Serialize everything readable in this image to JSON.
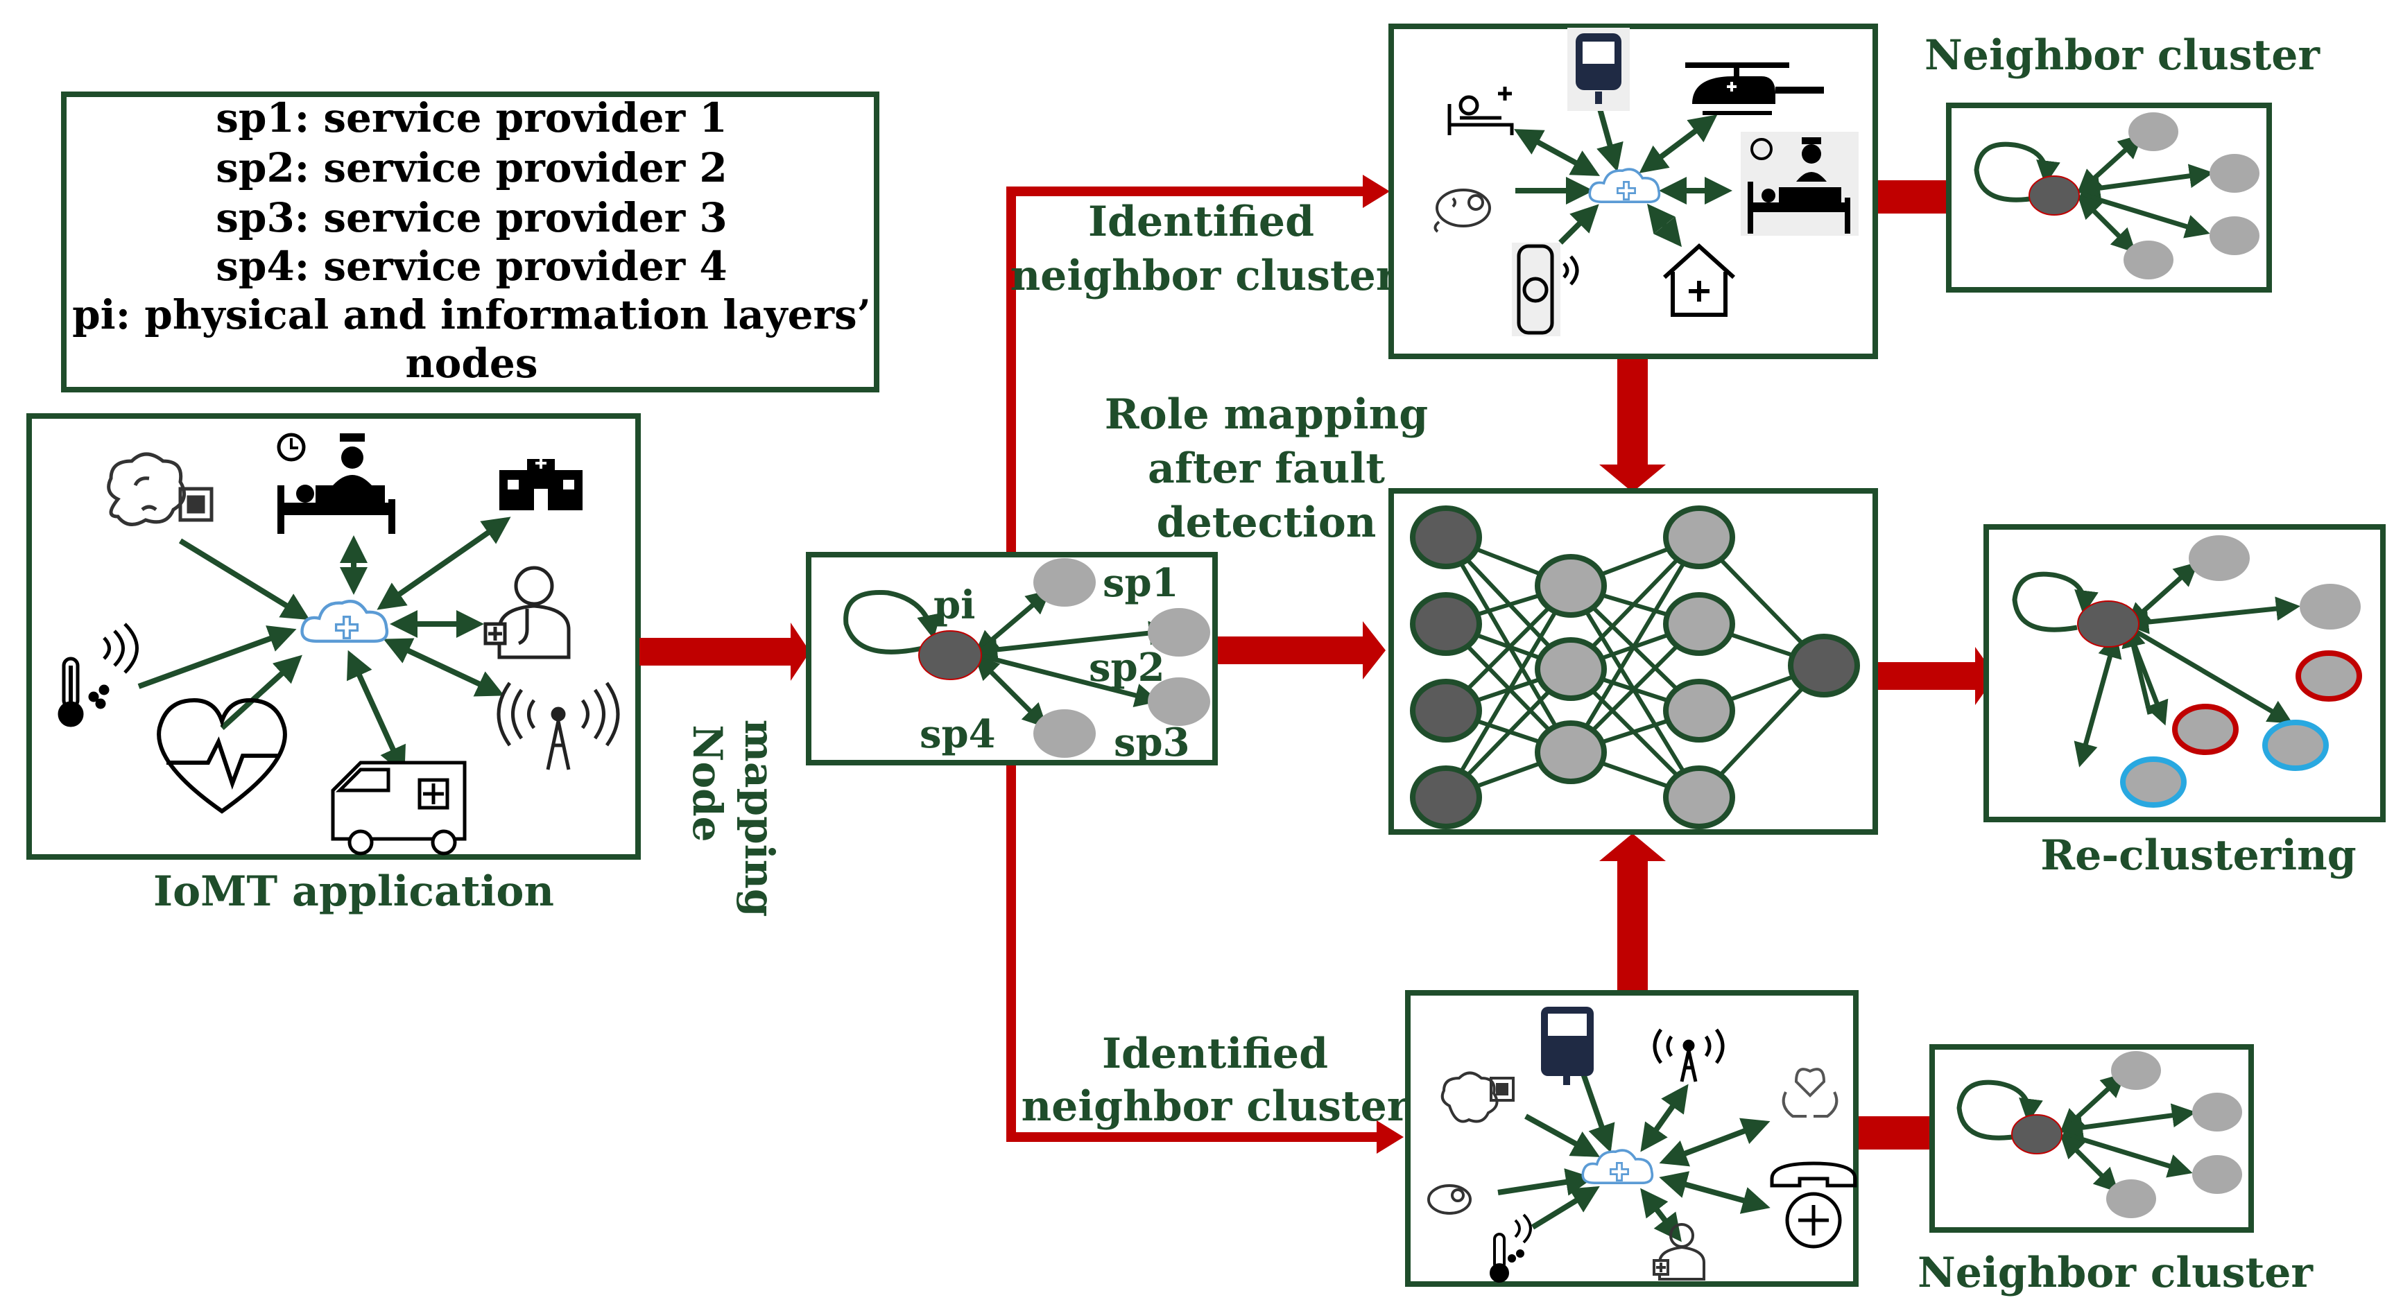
{
  "colors": {
    "box_border": "#1f4d2b",
    "arrow_green": "#1f4d2b",
    "flow_red": "#c00000",
    "text_green": "#1f4d2b",
    "node_light": "#a9a9a9",
    "node_dark": "#5b5b5b",
    "node_red_ring": "#c00000",
    "node_blue_ring": "#29a8e0",
    "cloud_blue": "#5b9bd5"
  },
  "legend": {
    "lines": [
      "sp1: service provider 1",
      "sp2: service provider 2",
      "sp3: service provider 3",
      "sp4: service provider 4",
      "pi: physical and information layers’",
      "nodes"
    ]
  },
  "labels": {
    "iomt_application": "IoMT application",
    "node_mapping_1": "Node",
    "node_mapping_2": "mapping",
    "identified_top_1": "Identified",
    "identified_top_2": "neighbor cluster",
    "identified_bottom_1": "Identified",
    "identified_bottom_2": "neighbor cluster",
    "role_mapping_1": "Role mapping",
    "role_mapping_2": "after fault",
    "role_mapping_3": "detection",
    "neighbor_cluster_top": "Neighbor cluster",
    "neighbor_cluster_bottom": "Neighbor cluster",
    "re_clustering": "Re-clustering"
  },
  "mapping_box": {
    "pi": "pi",
    "sp1": "sp1",
    "sp2": "sp2",
    "sp3": "sp3",
    "sp4": "sp4"
  },
  "icons": {
    "iomt": [
      "brain-chip-icon",
      "nurse-bed-icon",
      "hospital-icon",
      "doctor-icon",
      "antenna-icon",
      "ambulance-icon",
      "heart-pulse-icon",
      "thermometer-icon",
      "cloud-icon"
    ],
    "top_cluster": [
      "patient-bed-icon",
      "glucose-meter-icon",
      "helicopter-icon",
      "nurse-bed-icon",
      "baby-scan-icon",
      "wearable-sensor-icon",
      "home-care-icon",
      "cloud-icon"
    ],
    "bottom_cluster": [
      "brain-chip-icon",
      "glucose-meter-icon",
      "antenna-icon",
      "care-hands-icon",
      "baby-scan-icon",
      "thermometer-icon",
      "doctor-icon",
      "medical-phone-icon",
      "cloud-icon"
    ]
  }
}
